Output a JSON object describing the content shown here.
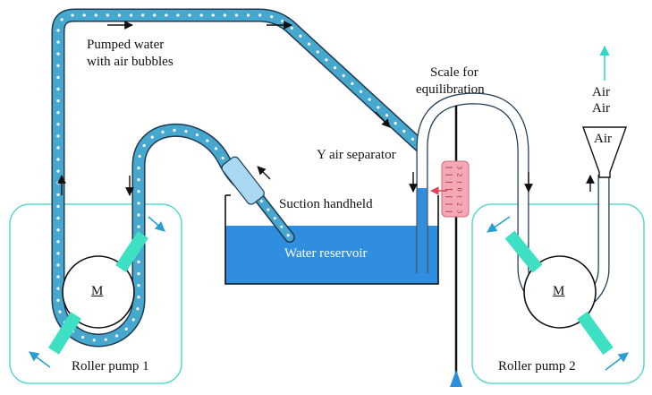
{
  "labels": {
    "pumped_water_line1": "Pumped water",
    "pumped_water_line2": "with air bubbles",
    "scale_line1": "Scale for",
    "scale_line2": "equilibration",
    "air_line1": "Air",
    "air_line2": "Air",
    "air_funnel": "Air",
    "y_separator": "Y air separator",
    "suction_handheld": "Suction handheld",
    "water_reservoir": "Water reservoir",
    "motor_1": "M",
    "motor_2": "M",
    "roller_pump_1": "Roller pump 1",
    "roller_pump_2": "Roller pump 2"
  },
  "scale_ticks": [
    "3",
    "2",
    "1",
    "0",
    "1",
    "2",
    "3"
  ],
  "colors": {
    "tube_fill": "#46a7cf",
    "tube_stroke": "#1f3a52",
    "bubble": "#ffffff",
    "pump_box": "#5fd8cf",
    "roller": "#3de0c2",
    "reservoir": "#2f8ee0",
    "scale_fill": "#f4a8b4",
    "scale_arrow": "#e0405a",
    "arrow_blue": "#2a9fd0",
    "air_arrow": "#2fd8c6"
  }
}
